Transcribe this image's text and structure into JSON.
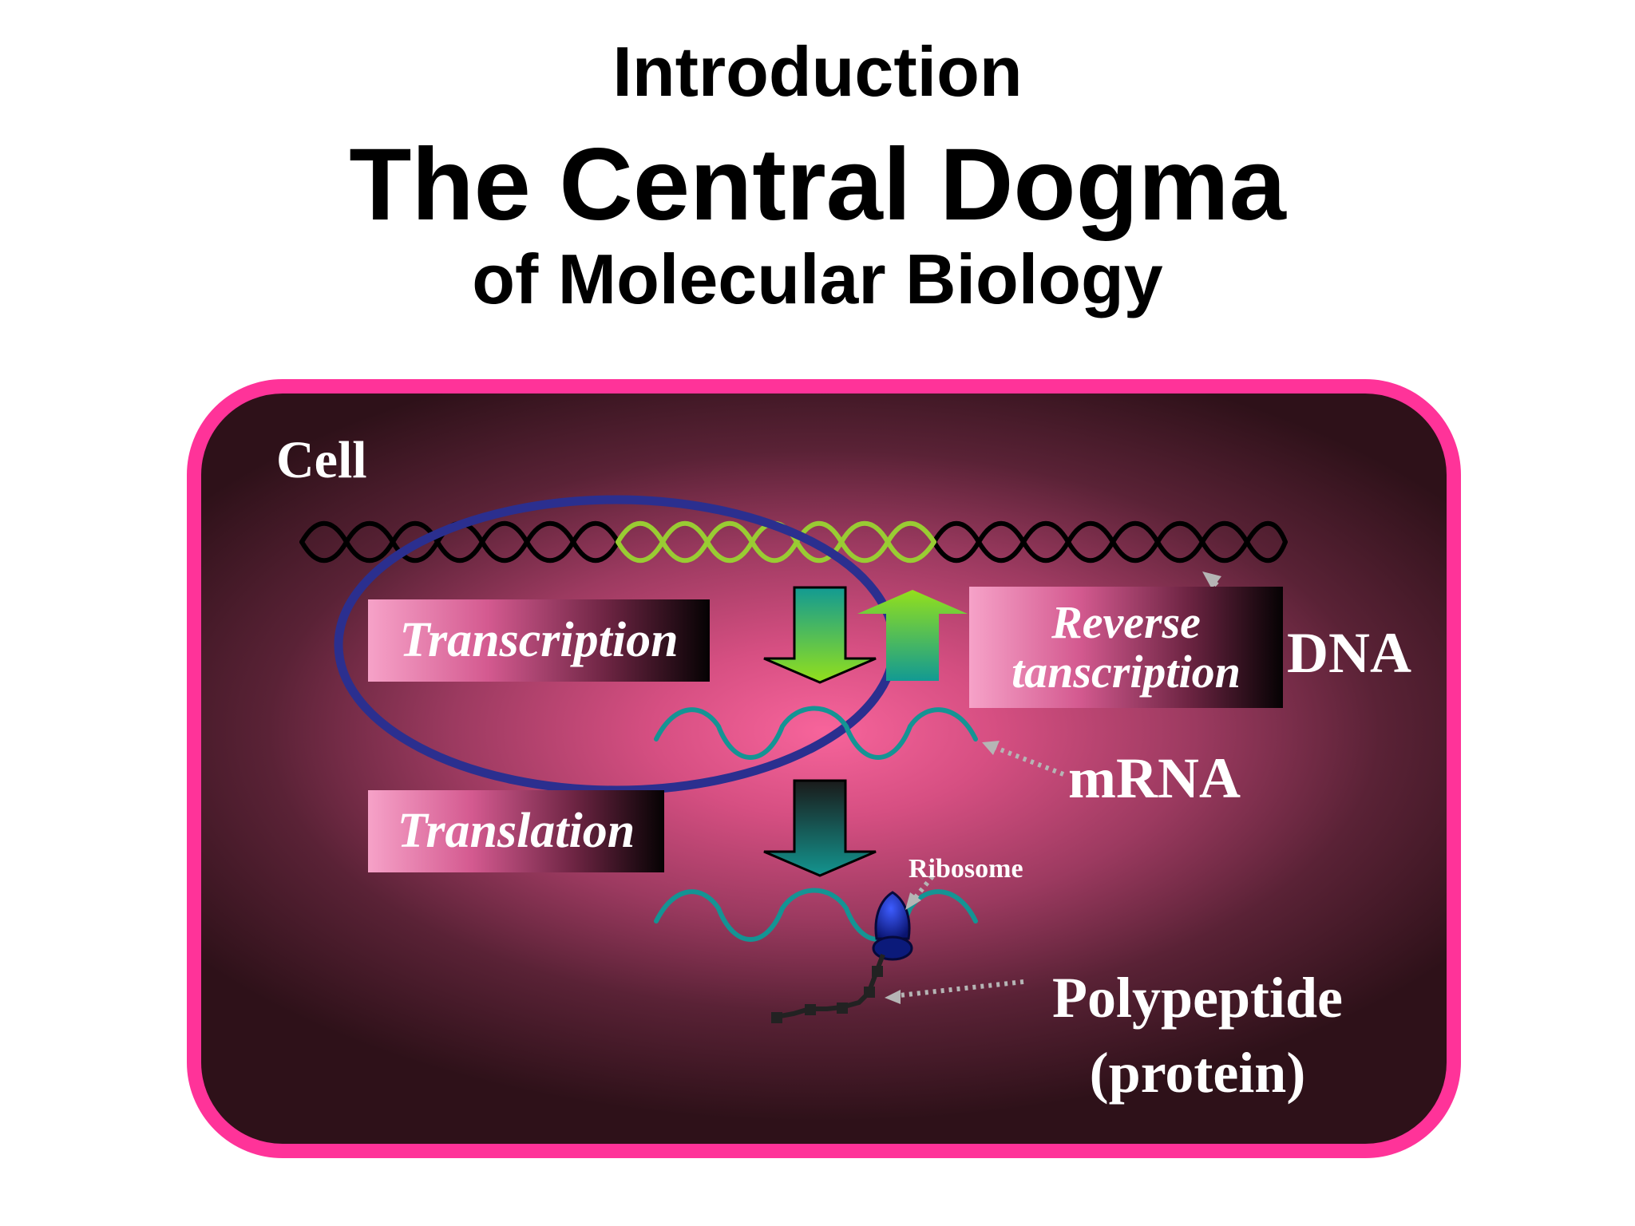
{
  "title": {
    "line1": "Introduction",
    "line2": "The Central Dogma",
    "line3": "of Molecular Biology"
  },
  "diagram": {
    "cell_label": "Cell",
    "dna_label": "DNA",
    "mrna_label": "mRNA",
    "ribosome_label": "Ribosome",
    "polypeptide_label": "Polypeptide",
    "protein_label": "(protein)",
    "transcription_label": "Transcription",
    "translation_label": "Translation",
    "reverse_label_line1": "Reverse",
    "reverse_label_line2": "tanscription"
  },
  "colors": {
    "cell_border": "#ff3399",
    "dna_strand": "#000000",
    "dna_gene_segment": "#99cc33",
    "mrna_strand": "#149494",
    "highlight_ellipse": "#2b2f8f",
    "arrow_green": "#8ed62a",
    "arrow_teal": "#138a8a",
    "ribosome": "#0d1d8a",
    "pointer_arrow": "#b5b5b5"
  }
}
